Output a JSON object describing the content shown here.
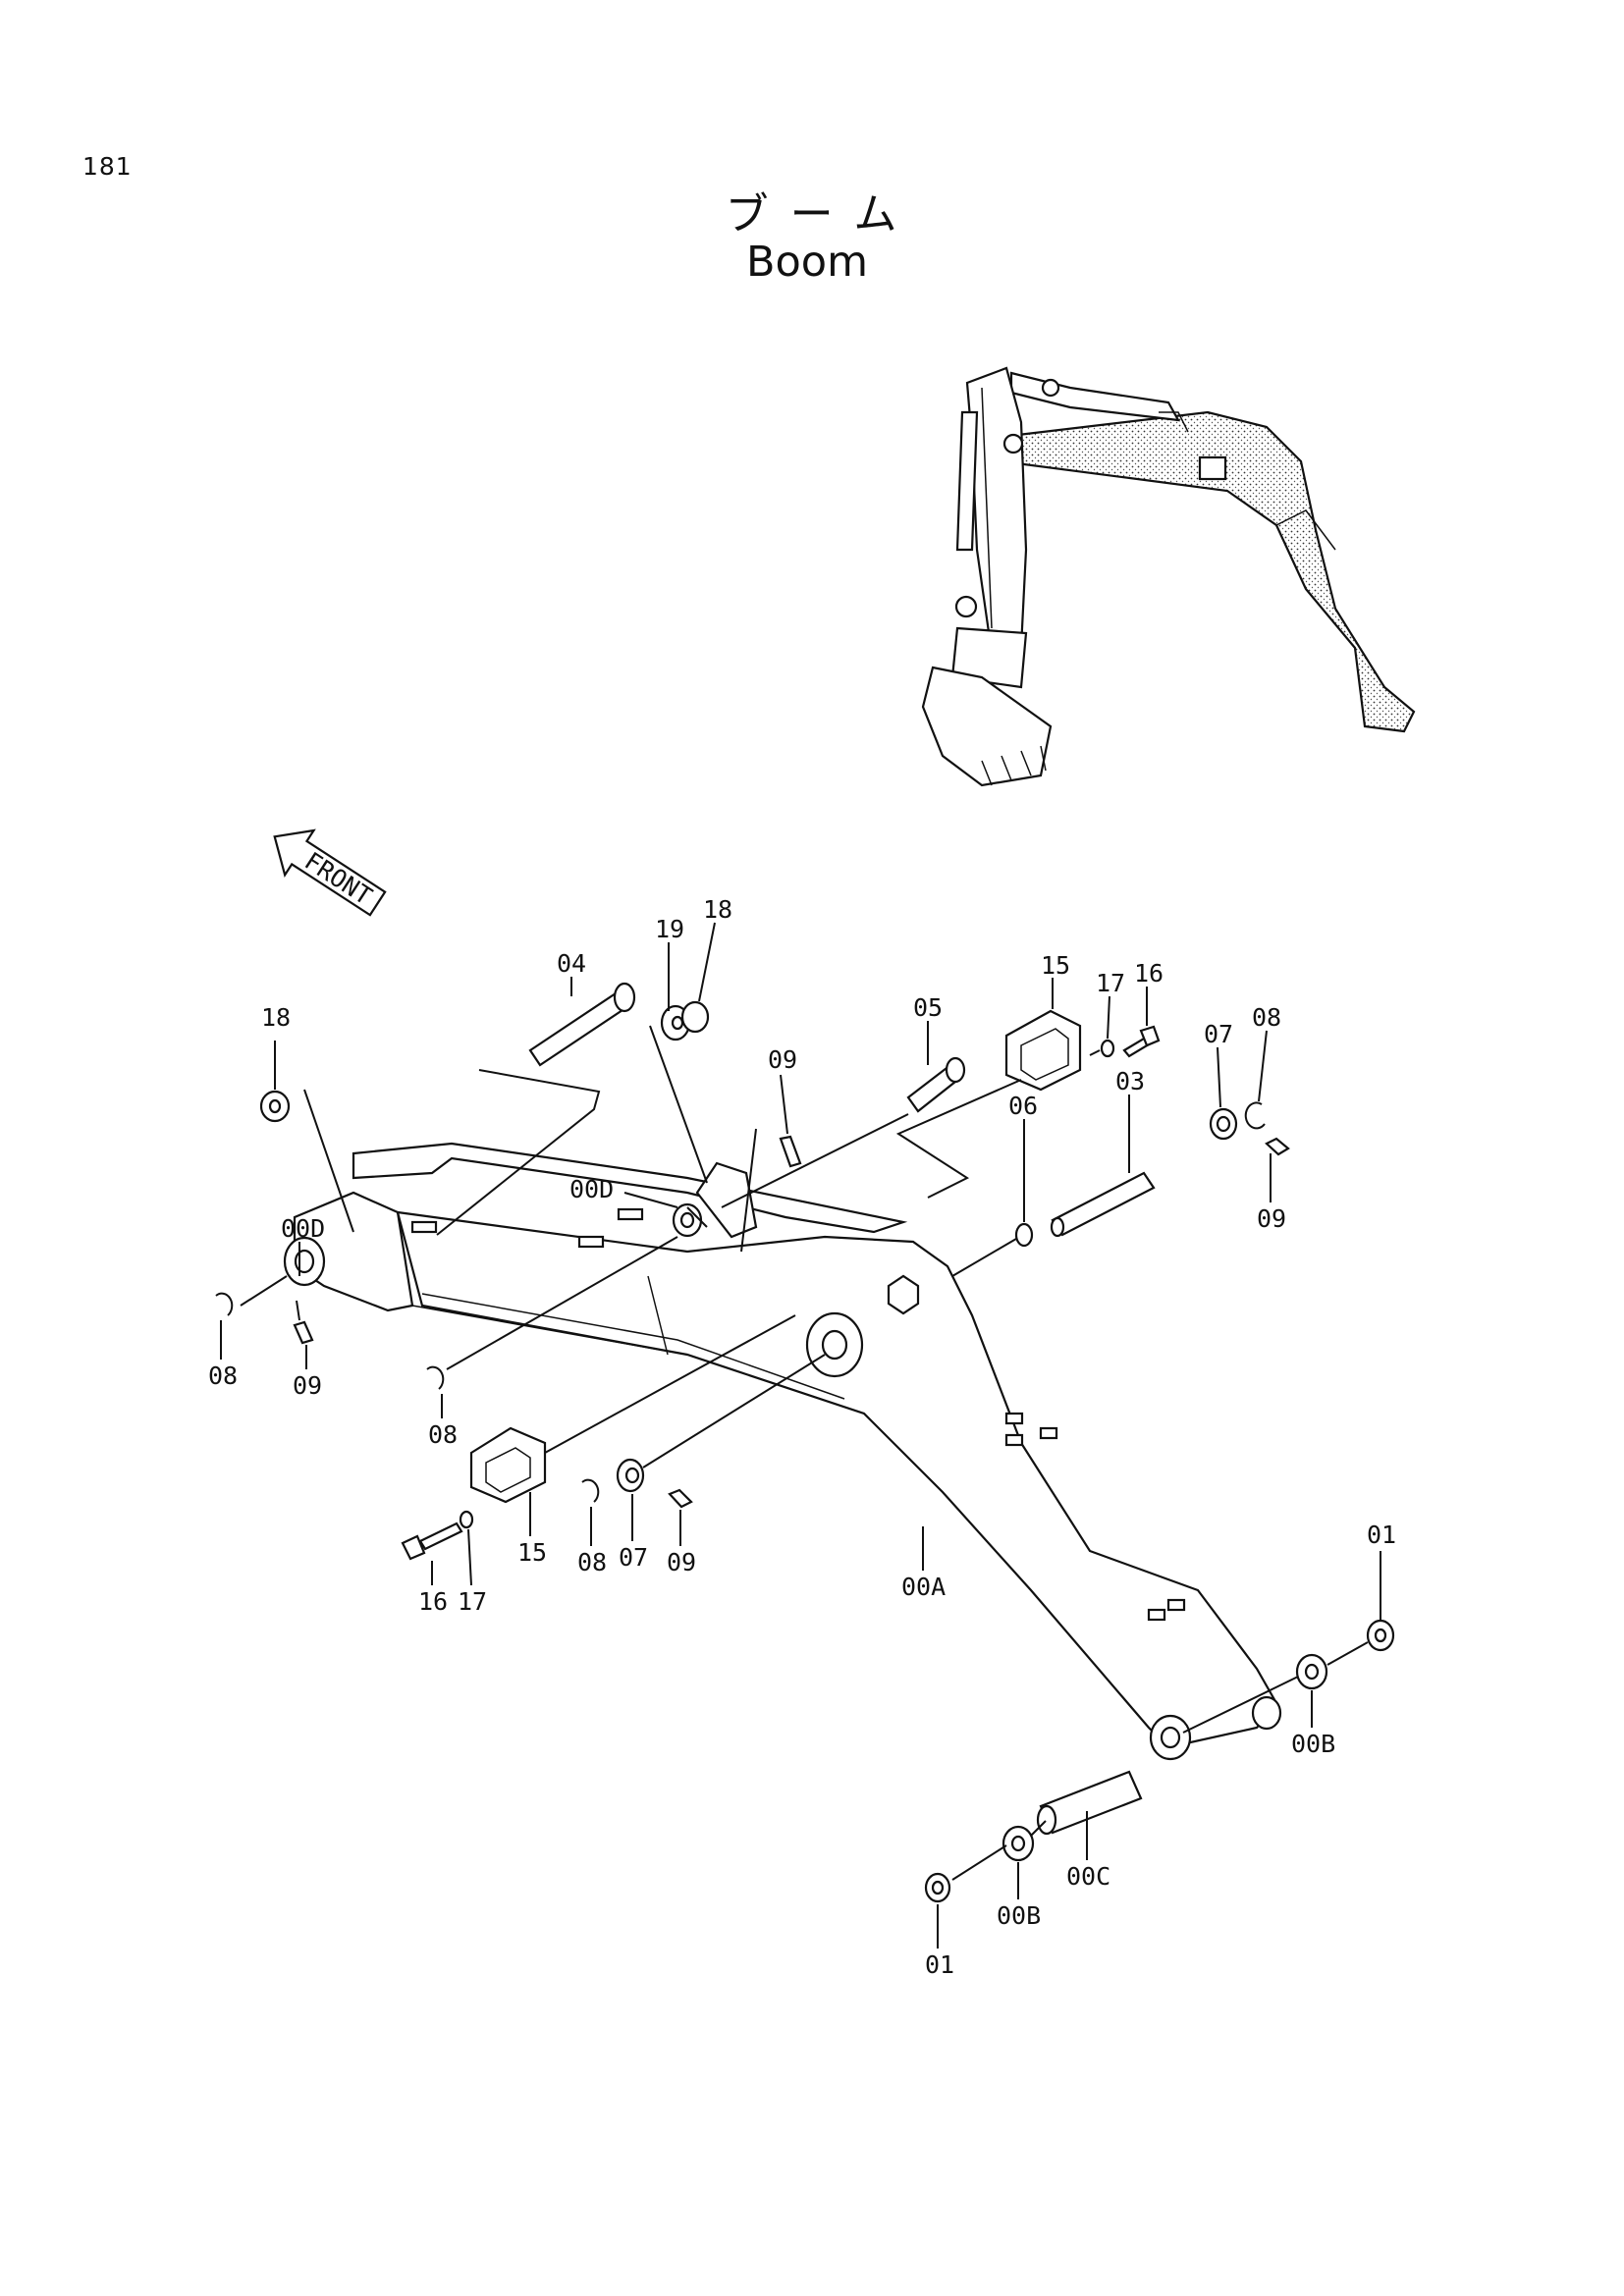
{
  "page": {
    "number": "181"
  },
  "title": {
    "japanese": "ブーム",
    "english": "Boom"
  },
  "front_arrow": {
    "text": "FRONT"
  },
  "callouts": {
    "c04": "04",
    "c19": "19",
    "c18a": "18",
    "c15a": "15",
    "c17a": "17",
    "c16a": "16",
    "c05": "05",
    "c09a": "09",
    "c07a": "07",
    "c08a": "08",
    "c18b": "18",
    "c00Da": "00D",
    "c00Db": "00D",
    "c06": "06",
    "c03": "03",
    "c09b": "09",
    "c08b": "08",
    "c09c": "09",
    "c08c": "08",
    "c15b": "15",
    "c08d": "08",
    "c07b": "07",
    "c09d": "09",
    "c16b": "16",
    "c17b": "17",
    "c00A": "00A",
    "c01a": "01",
    "c00Ba": "00B",
    "c00C": "00C",
    "c00Bb": "00B",
    "c01b": "01"
  }
}
